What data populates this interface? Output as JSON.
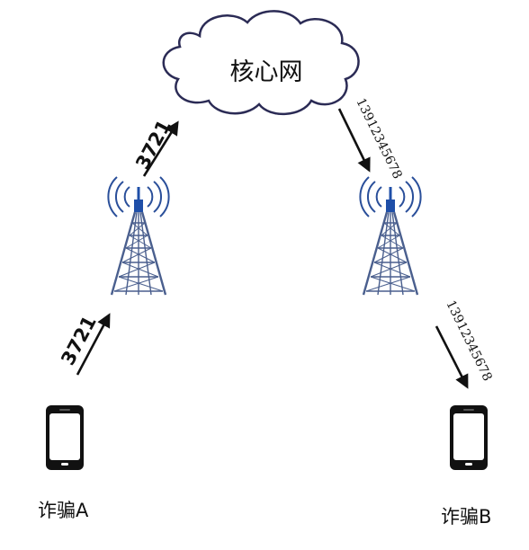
{
  "cloud": {
    "label": "核心网"
  },
  "uplink": {
    "upper_number": "3721",
    "lower_number": "3721"
  },
  "downlink": {
    "upper_number": "13912345678",
    "lower_number": "13912345678"
  },
  "phones": {
    "left_label": "诈骗A",
    "right_label": "诈骗B"
  },
  "colors": {
    "cloud_fill": "#ffffff",
    "cloud_stroke": "#2b2b55",
    "tower": "#4a5f8e",
    "tower_top": "#1f4fa8",
    "wave": "#2a4f9a",
    "arrow": "#111111",
    "phone": "#111111"
  },
  "icons": [
    "cloud-icon",
    "cell-tower-icon",
    "smartphone-icon",
    "arrow-icon"
  ]
}
